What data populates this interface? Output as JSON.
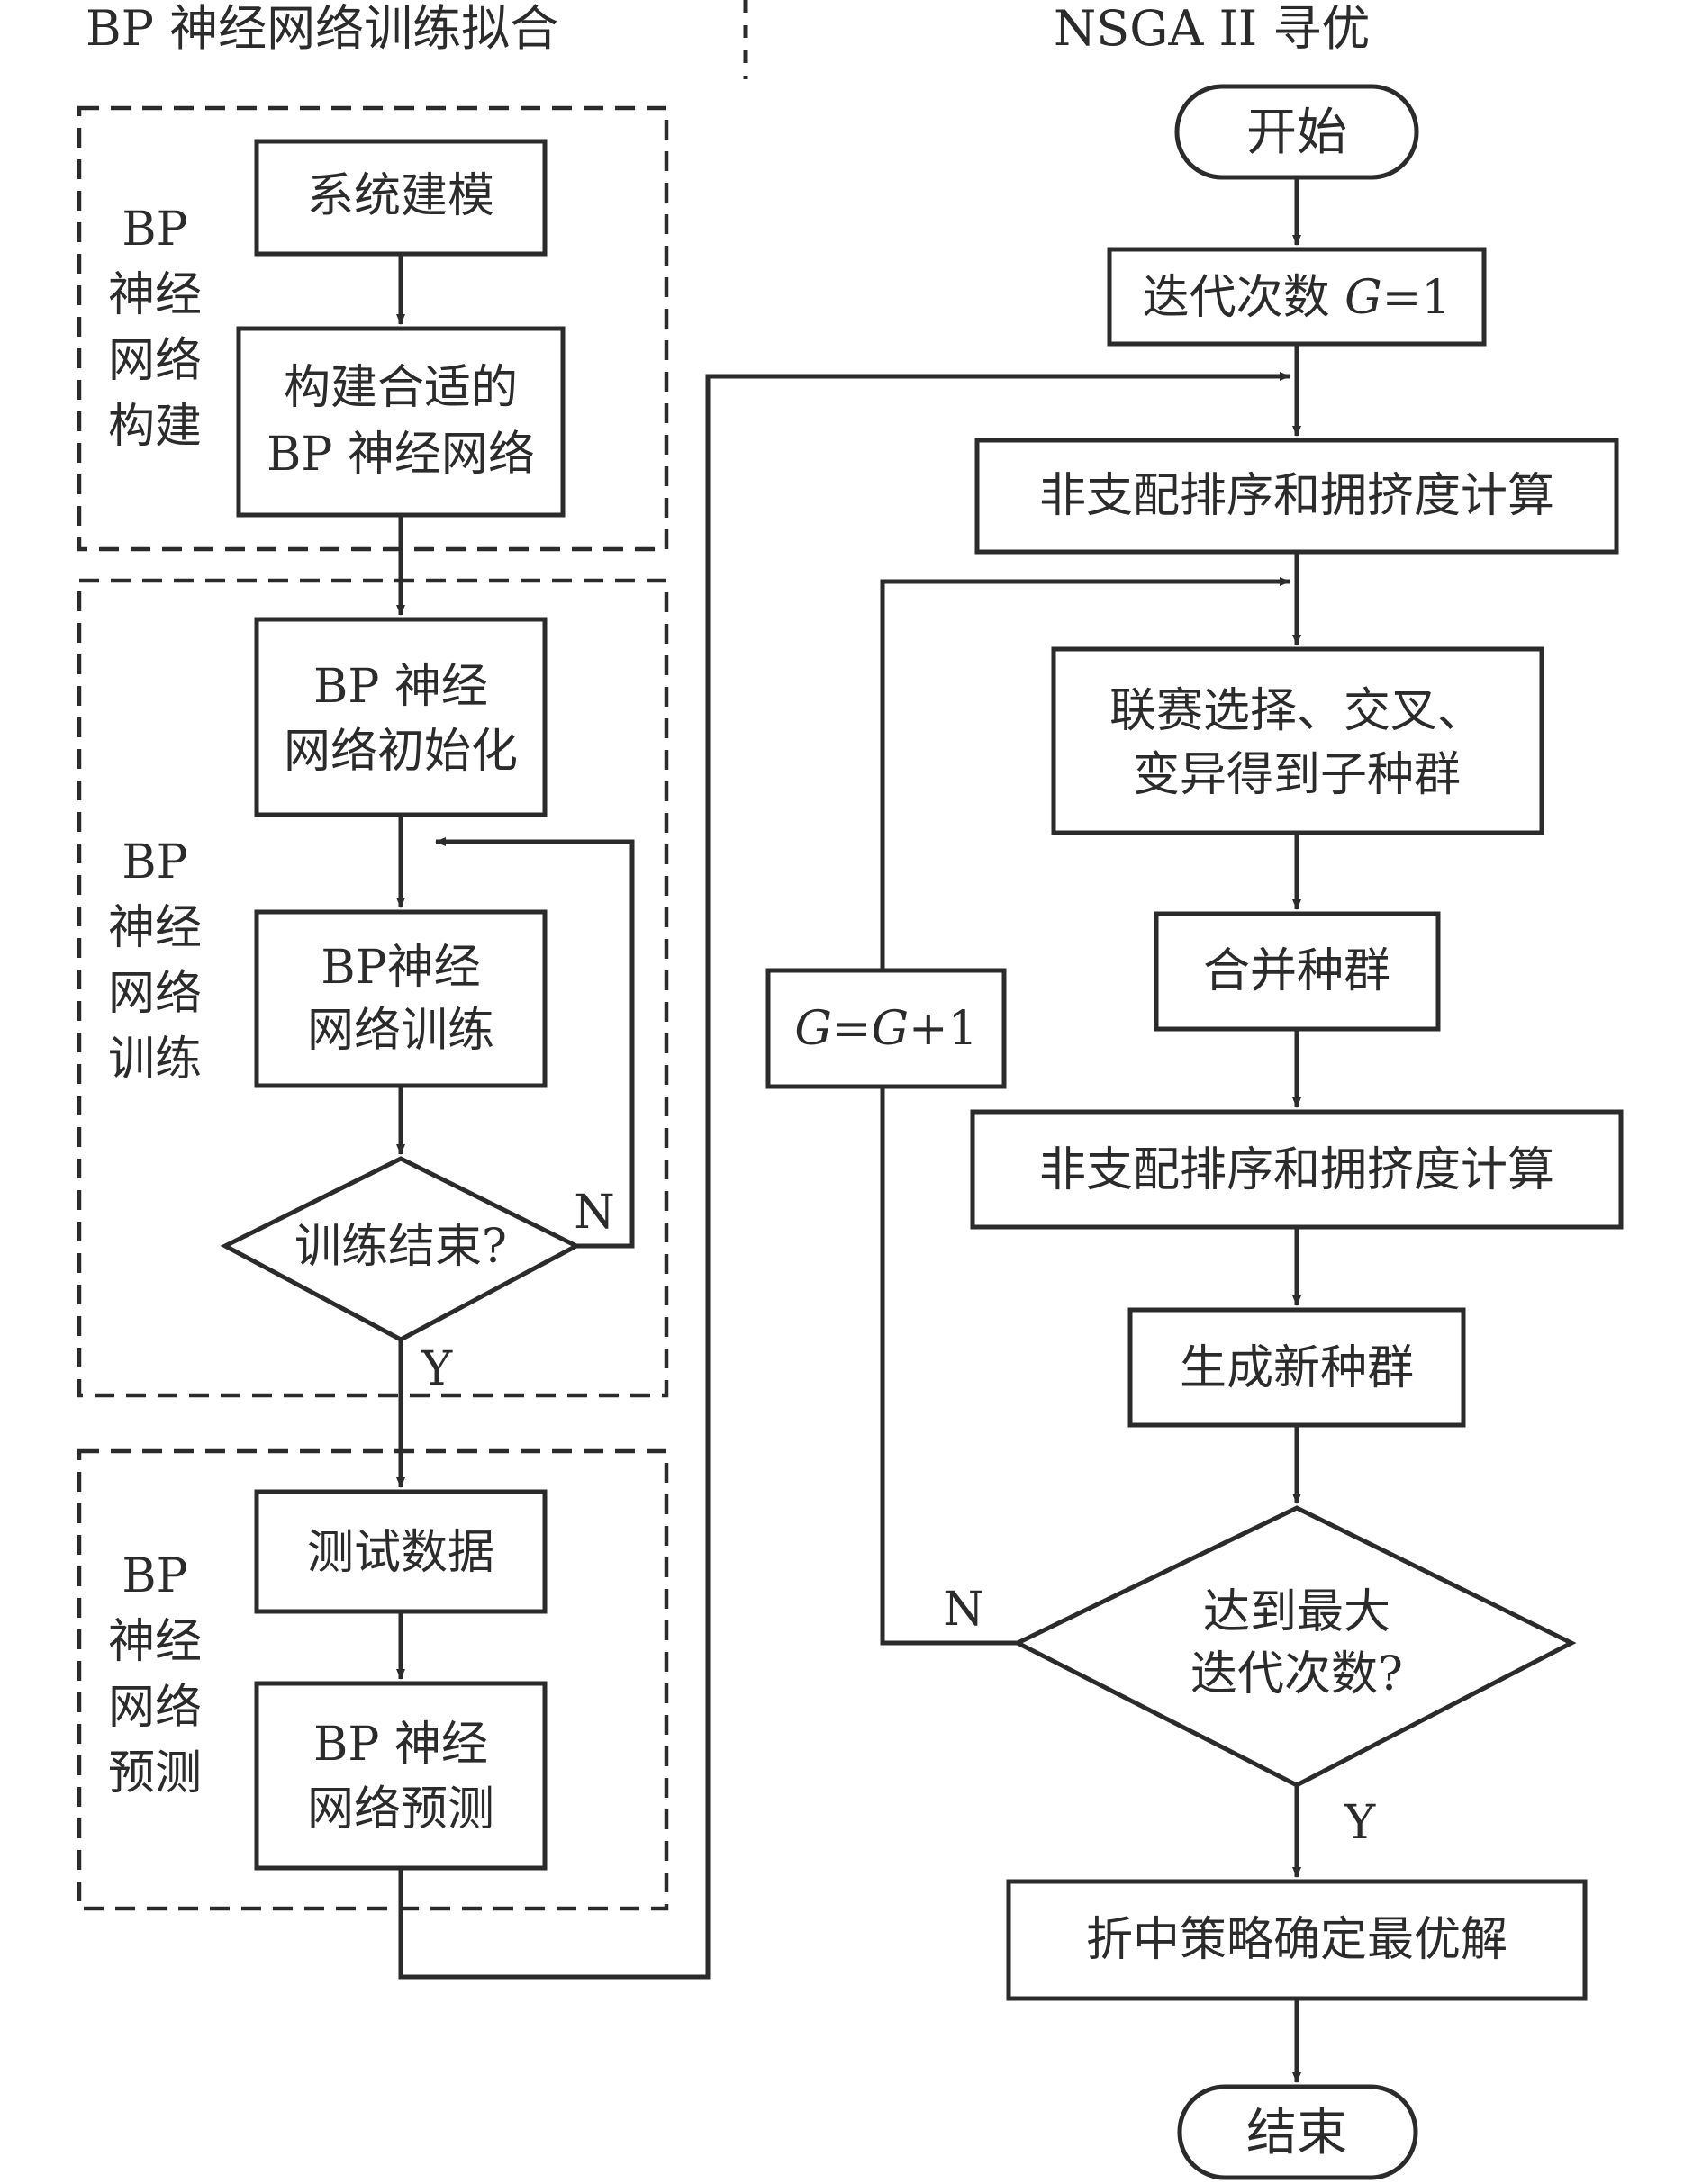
{
  "headers": {
    "left": "BP 神经网络训练拟合",
    "right": "NSGA II 寻优"
  },
  "groups": {
    "build": [
      "BP",
      "神经",
      "网络",
      "构建"
    ],
    "train": [
      "BP",
      "神经",
      "网络",
      "训练"
    ],
    "predict": [
      "BP",
      "神经",
      "网络",
      "预测"
    ]
  },
  "left_nodes": {
    "modeling": "系统建模",
    "construct": [
      "构建合适的",
      "BP 神经网络"
    ],
    "init": [
      "BP 神经",
      "网络初始化"
    ],
    "train": [
      "BP神经",
      "网络训练"
    ],
    "train_done": "训练结束?",
    "test_data": "测试数据",
    "predict": [
      "BP 神经",
      "网络预测"
    ]
  },
  "right_nodes": {
    "start": "开始",
    "iter_init": {
      "prefix": "迭代次数 ",
      "var": "G",
      "suffix": "=1"
    },
    "sort1": "非支配排序和拥挤度计算",
    "select": [
      "联赛选择、交叉、",
      "变异得到子种群"
    ],
    "merge": "合并种群",
    "sort2": "非支配排序和拥挤度计算",
    "new_pop": "生成新种群",
    "max_iter": [
      "达到最大",
      "迭代次数?"
    ],
    "increment": {
      "v1": "G",
      "eq": "=",
      "v2": "G",
      "suffix": "+1"
    },
    "compromise": "折中策略确定最优解",
    "end": "结束"
  },
  "edge_labels": {
    "train_no": "N",
    "train_yes": "Y",
    "max_no": "N",
    "max_yes": "Y"
  }
}
